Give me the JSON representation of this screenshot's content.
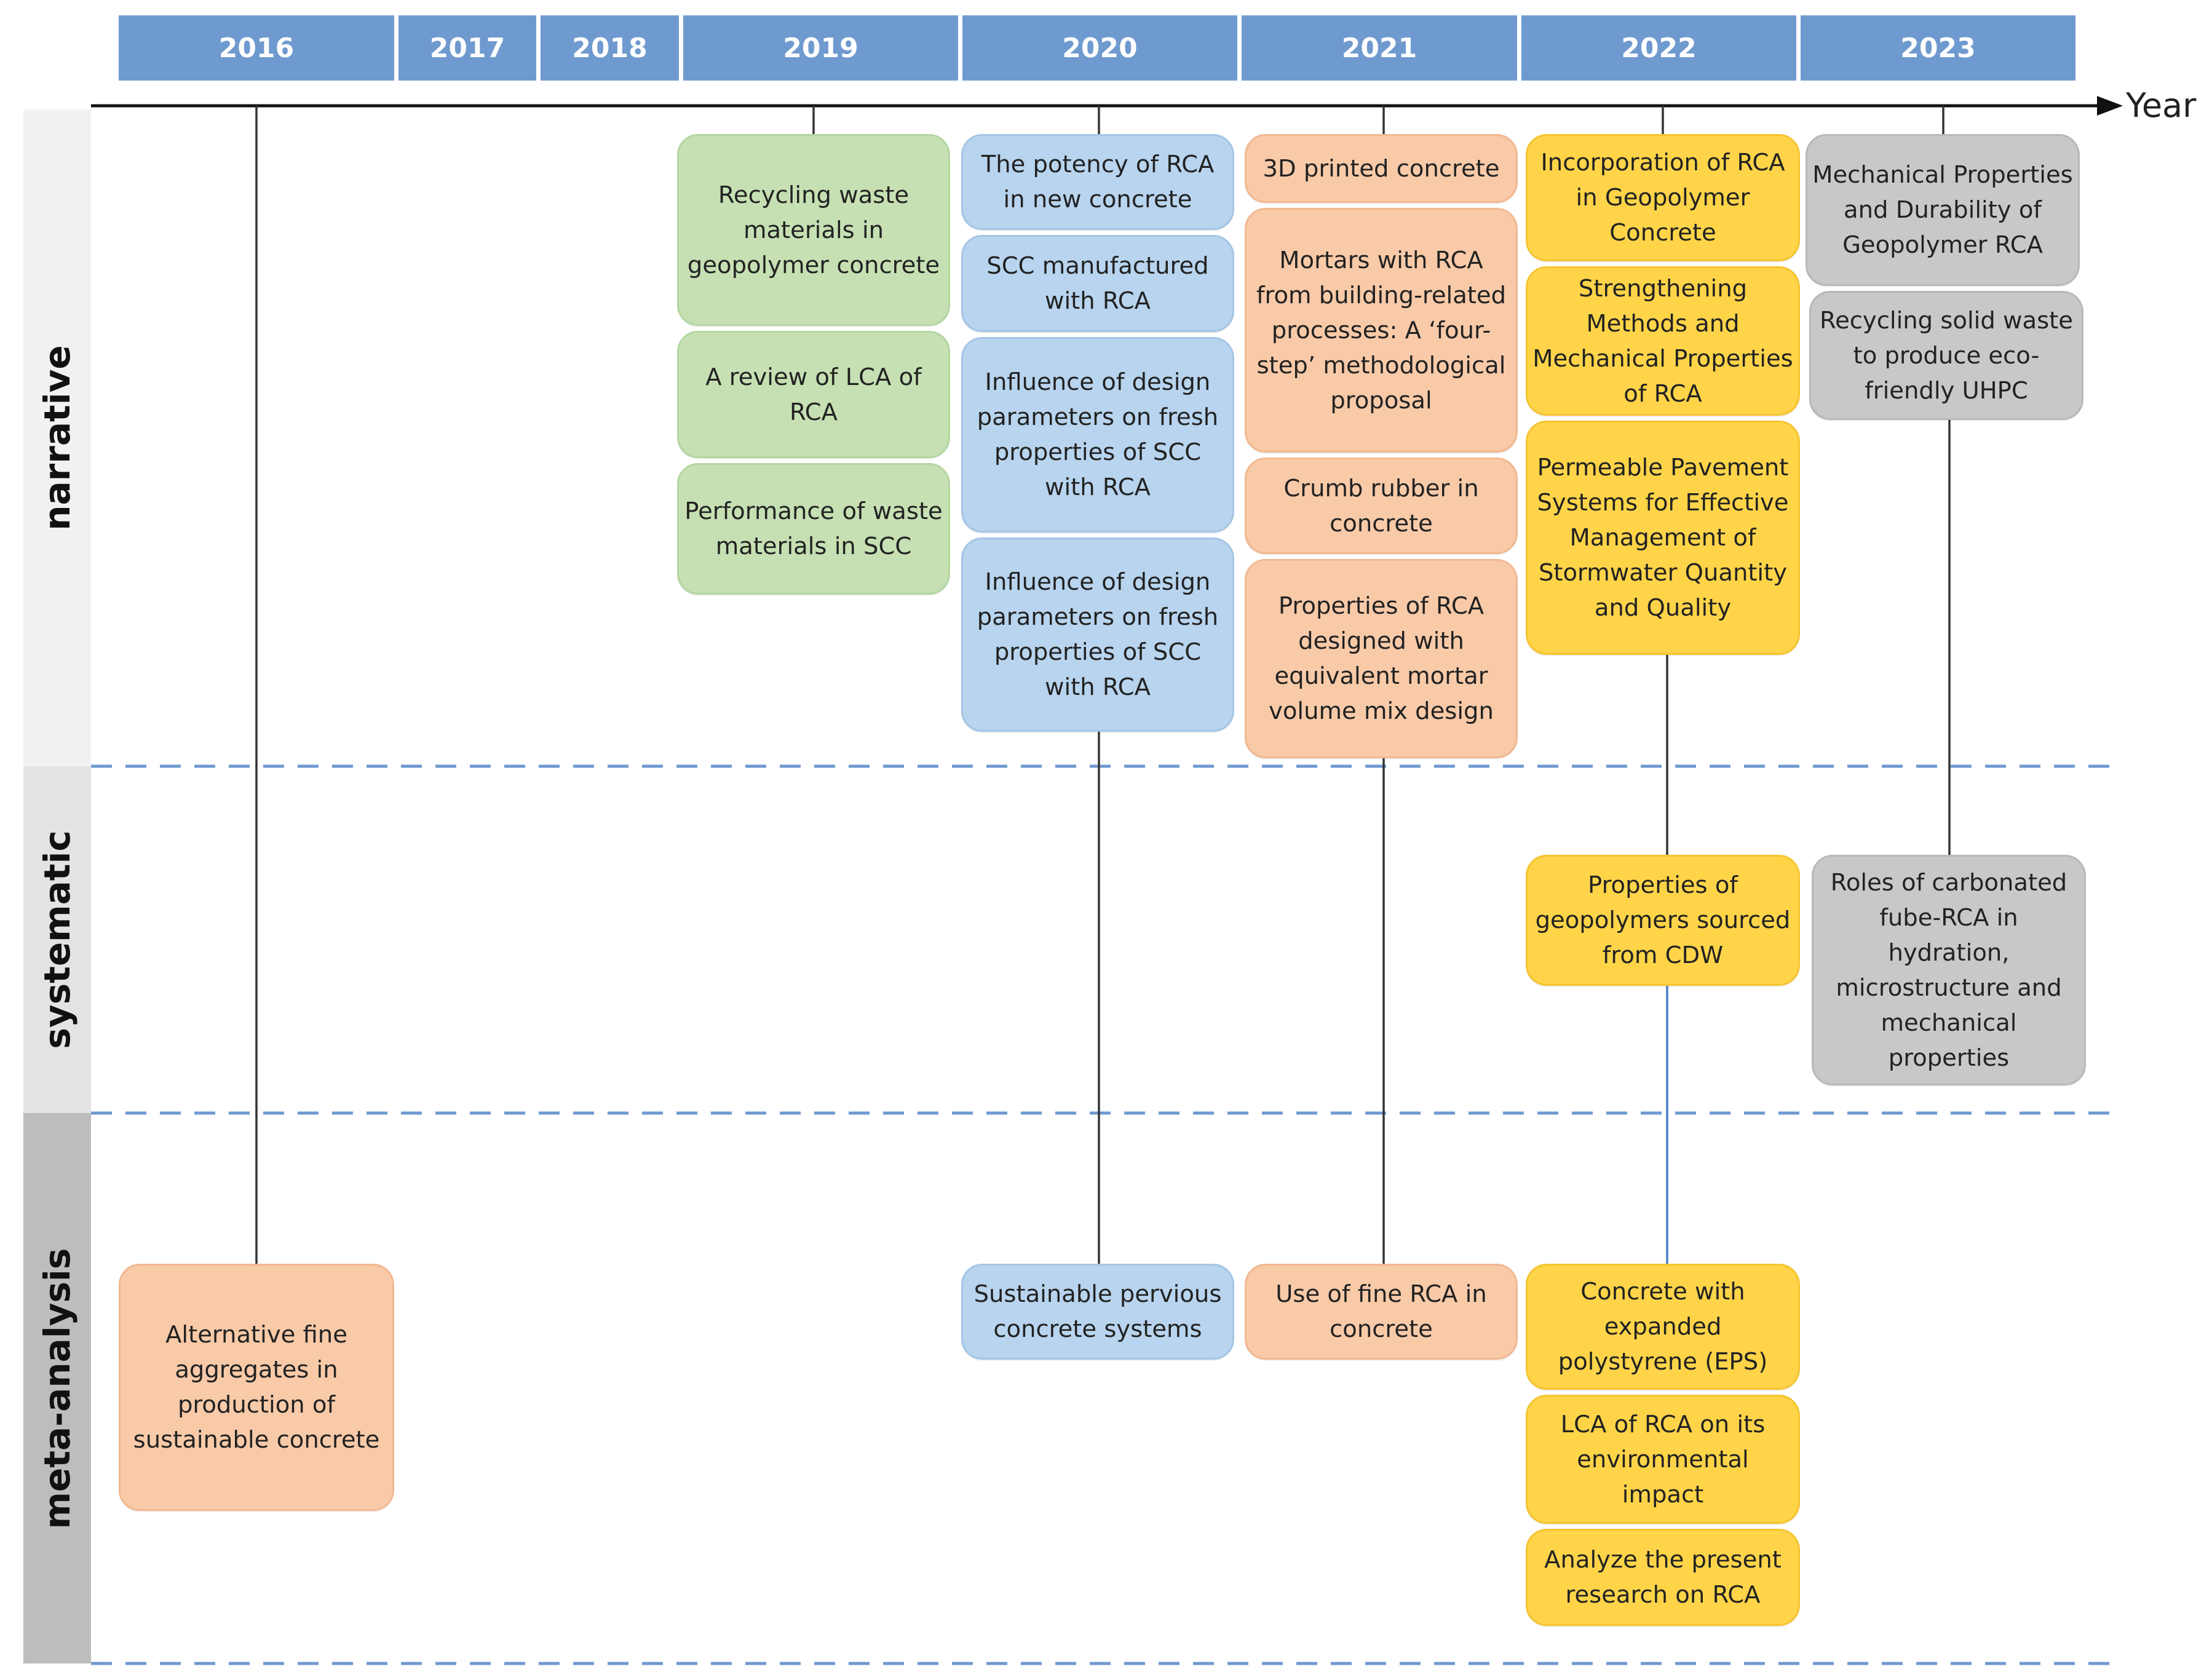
{
  "years": [
    "2016",
    "2017",
    "2018",
    "2019",
    "2020",
    "2021",
    "2022",
    "2023"
  ],
  "axis_label": "Year",
  "categories": [
    "narrative",
    "systematic",
    "meta-analysis"
  ],
  "colors": {
    "year_header": "#6f9acf",
    "green": "#c6e0b3",
    "blue": "#b8d4ee",
    "salmon": "#f8caa8",
    "yellow": "#ffd449",
    "gray": "#c8c8c8",
    "dashed_divider": "#6f9acf"
  },
  "nodes": {
    "n2016_meta_1": "Alternative fine aggregates in production of sustainable concrete",
    "n2019_nar_1": "Recycling waste materials in geopolymer concrete",
    "n2019_nar_2": "A review of LCA of RCA",
    "n2019_nar_3": "Performance of waste materials in SCC",
    "n2020_nar_1": "The potency of RCA in new concrete",
    "n2020_nar_2": "SCC manufactured with RCA",
    "n2020_nar_3": "Influence of design parameters on fresh properties of SCC with RCA",
    "n2020_nar_4": "Influence of design parameters on fresh properties of SCC with RCA",
    "n2020_meta_1": "Sustainable pervious concrete systems",
    "n2021_nar_1": "3D printed concrete",
    "n2021_nar_2": "Mortars with RCA from building-related processes: A ‘four-step’ methodological proposal",
    "n2021_nar_3": "Crumb rubber in concrete",
    "n2021_nar_4": "Properties of RCA designed with equivalent mortar volume mix design",
    "n2021_meta_1": "Use of fine RCA in concrete",
    "n2022_nar_1": "Incorporation of RCA in Geopolymer Concrete",
    "n2022_nar_2": "Strengthening Methods and Mechanical Properties of RCA",
    "n2022_nar_3": "Permeable Pavement Systems for Effective Management of Stormwater Quantity and Quality",
    "n2022_sys_1": "Properties of geopolymers sourced from CDW",
    "n2022_meta_1": "Concrete with expanded polystyrene (EPS)",
    "n2022_meta_2": "LCA of RCA on its environmental impact",
    "n2022_meta_3": "Analyze the present research on RCA",
    "n2023_nar_1": "Mechanical Properties and Durability of Geopolymer RCA",
    "n2023_nar_2": "Recycling solid waste to produce eco-friendly UHPC",
    "n2023_sys_1": "Roles of carbonated fube-RCA in hydration, microstructure and mechanical properties"
  }
}
